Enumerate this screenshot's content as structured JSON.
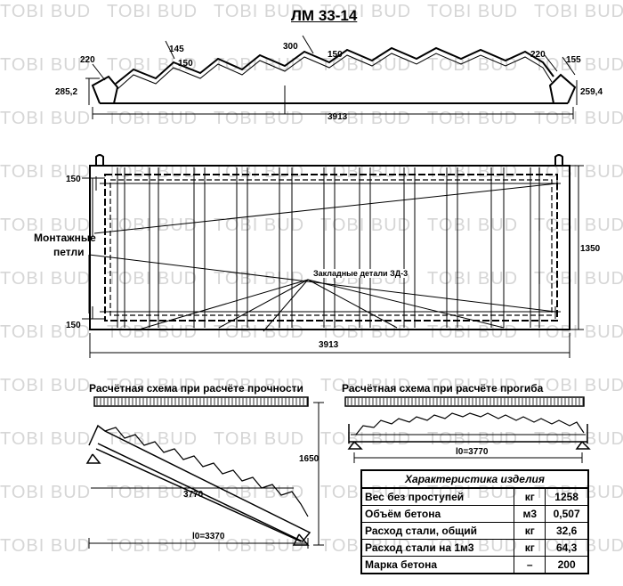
{
  "title": "ЛМ 33-14",
  "watermark": "TOBI BUD",
  "top_view": {
    "dims": [
      "220",
      "145",
      "150",
      "300",
      "150",
      "220",
      "155",
      "285,2",
      "259,4",
      "3913"
    ]
  },
  "plan_view": {
    "dim_150_top": "150",
    "dim_150_bottom": "150",
    "dim_1350": "1350",
    "dim_3913": "3913",
    "label_loops_1": "Монтажные",
    "label_loops_2": "петли",
    "label_embedded": "Закладные детали ЗД-3"
  },
  "scheme_strength": {
    "title": "Расчётная схема при расчёте прочности",
    "dim_3770": "3770",
    "dim_l0": "l0=3370",
    "dim_1650": "1650"
  },
  "scheme_deflection": {
    "title": "Расчётная схема при расчёте прогиба",
    "dim_l0": "l0=3770"
  },
  "spec_table": {
    "title": "Характеристика изделия",
    "rows": [
      {
        "name": "Вес без проступей",
        "unit": "кг",
        "value": "1258"
      },
      {
        "name": "Объём бетона",
        "unit": "м3",
        "value": "0,507"
      },
      {
        "name": "Расход стали, общий",
        "unit": "кг",
        "value": "32,6"
      },
      {
        "name": "Расход стали на 1м3",
        "unit": "кг",
        "value": "64,3"
      },
      {
        "name": "Марка бетона",
        "unit": "–",
        "value": "200"
      }
    ]
  }
}
